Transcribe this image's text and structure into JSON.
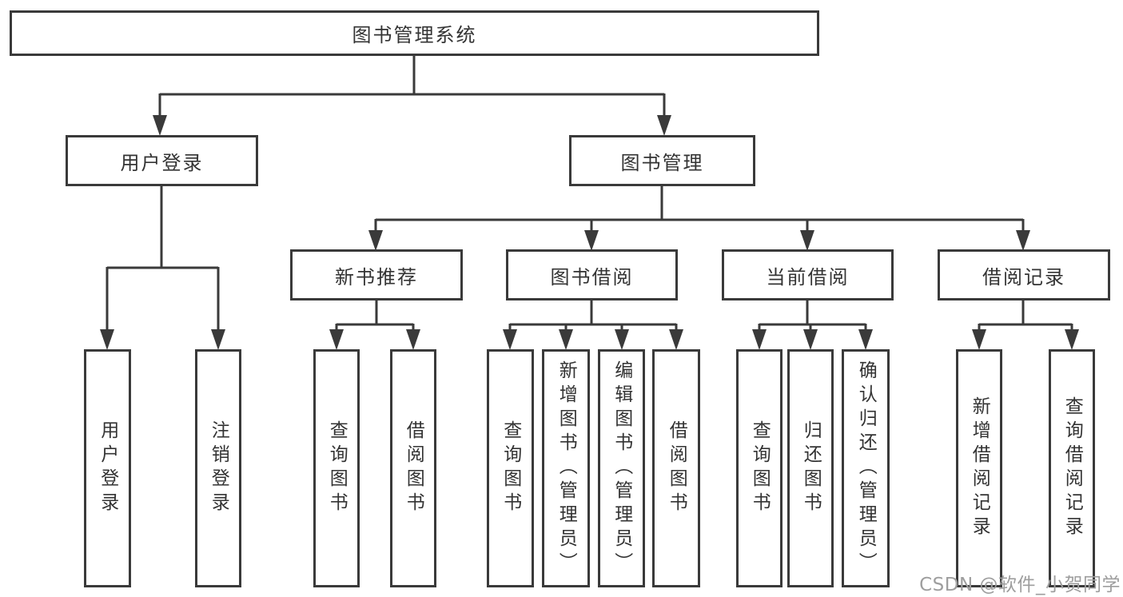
{
  "diagram": {
    "root": {
      "label": "图书管理系统"
    },
    "level1": [
      {
        "label": "用户登录",
        "children": [
          {
            "label": "用户登录"
          },
          {
            "label": "注销登录"
          }
        ]
      },
      {
        "label": "图书管理",
        "children": [
          {
            "label": "新书推荐",
            "children": [
              {
                "label": "查询图书"
              },
              {
                "label": "借阅图书"
              }
            ]
          },
          {
            "label": "图书借阅",
            "children": [
              {
                "label": "查询图书"
              },
              {
                "label": "新增图书（管理员）"
              },
              {
                "label": "编辑图书（管理员）"
              },
              {
                "label": "借阅图书"
              }
            ]
          },
          {
            "label": "当前借阅",
            "children": [
              {
                "label": "查询图书"
              },
              {
                "label": "归还图书"
              },
              {
                "label": "确认归还（管理员）"
              }
            ]
          },
          {
            "label": "借阅记录",
            "children": [
              {
                "label": "新增借阅记录"
              },
              {
                "label": "查询借阅记录"
              }
            ]
          }
        ]
      }
    ]
  },
  "watermark": {
    "text": "CSDN @软件_小贺同学"
  },
  "colors": {
    "line": "#3a3a3a",
    "text": "#333333",
    "watermark": "#9e9e9e",
    "background": "#ffffff"
  }
}
